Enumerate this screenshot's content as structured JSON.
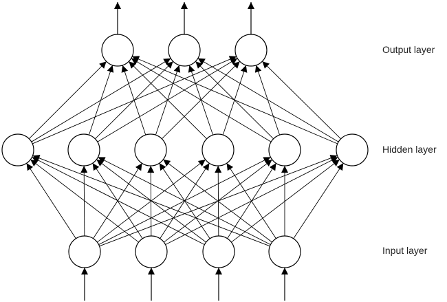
{
  "labels": {
    "output": "Output layer",
    "hidden": "Hidden layer",
    "input": "Input layer"
  },
  "network": {
    "input_nodes": 4,
    "hidden_nodes": 6,
    "output_nodes": 3,
    "connectivity": "fully-connected",
    "node_shape": "circle"
  },
  "colors": {
    "stroke": "#000000",
    "node_fill": "#ffffff",
    "text": "#222222"
  }
}
